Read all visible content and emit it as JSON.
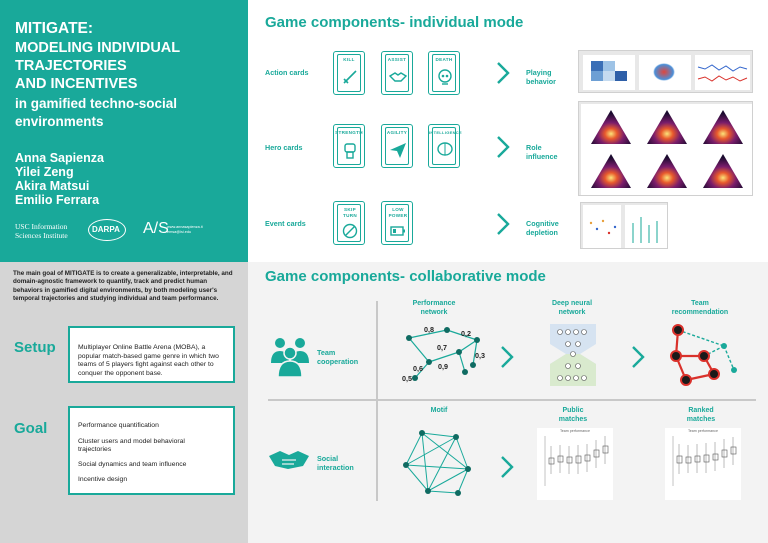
{
  "title_lines": [
    "MITIGATE:",
    "MODELING INDIVIDUAL",
    "TRAJECTORIES",
    "AND INCENTIVES",
    "in gamified techno-social",
    "environments"
  ],
  "authors": [
    "Anna Sapienza",
    "Yilei Zeng",
    "Akira Matsui",
    "Emilio Ferrara"
  ],
  "logos": {
    "usc": [
      "USC Information",
      "Sciences Institute"
    ],
    "darpa": "DARPA",
    "as": "A/S",
    "as_small": [
      "www.annasapienza.it",
      "emsa@isi.edu"
    ]
  },
  "abstract": "The main goal of MITIGATE is to create a generalizable, interpretable, and domain-agnostic framework to quantify, track and predict human behaviors in gamified digital environments, by both modeling user's temporal trajectories and studying individual and team performance.",
  "setup": {
    "label": "Setup",
    "text": "Multiplayer Online Battle Arena (MOBA), a popular match-based game genre in which two teams of 5 players fight against each other to conquer the opponent base."
  },
  "goal": {
    "label": "Goal",
    "items": [
      "Performance quantification",
      "Cluster users and model behavioral trajectories",
      "Social dynamics and team influence",
      "Incentive design"
    ]
  },
  "individual": {
    "heading": "Game components- individual mode",
    "rows": [
      {
        "label": "Action cards",
        "cards": [
          "KILL",
          "ASSIST",
          "DEATH"
        ],
        "result": [
          "Playing",
          "behavior"
        ]
      },
      {
        "label": "Hero cards",
        "cards": [
          "STRENGTH",
          "AGILITY",
          "INTELLIGENCE"
        ],
        "result": [
          "Role",
          "influence"
        ]
      },
      {
        "label": "Event cards",
        "cards": [
          "SKIP TURN",
          "LOW POWER"
        ],
        "result": [
          "Cognitive",
          "depletion"
        ]
      }
    ]
  },
  "collaborative": {
    "heading": "Game components- collaborative mode",
    "team_label": [
      "Team",
      "cooperation"
    ],
    "social_label": [
      "Social",
      "interaction"
    ],
    "columns_top": [
      [
        "Performance",
        "network"
      ],
      [
        "Deep neural",
        "network"
      ],
      [
        "Team",
        "recommendation"
      ]
    ],
    "columns_bot": [
      [
        "Motif"
      ],
      [
        "Public",
        "matches"
      ],
      [
        "Ranked",
        "matches"
      ]
    ],
    "edge_weights": [
      "0,8",
      "0,2",
      "0,7",
      "0,3",
      "0,6",
      "0,9",
      "0,5"
    ],
    "box_chart_title": "Team performance"
  },
  "colors": {
    "accent": "#19a99a",
    "dark": "#222222",
    "red": "#d9312b",
    "gray_panel": "#d5d5d5"
  }
}
